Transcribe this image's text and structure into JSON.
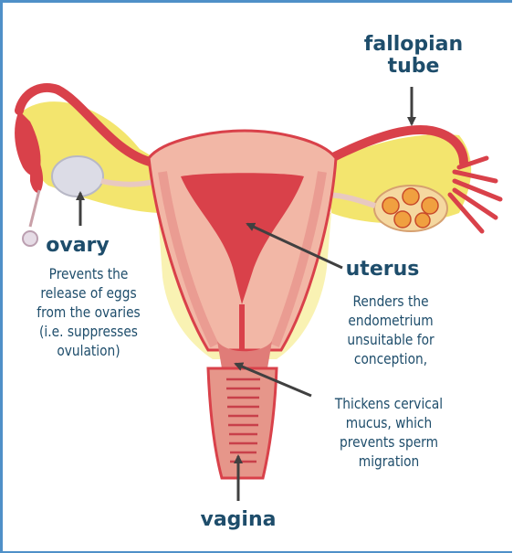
{
  "labels": {
    "fallopian_tube": [
      "fallopian",
      "tube"
    ],
    "ovary": "ovary",
    "uterus": "uterus",
    "vagina": "vagina"
  },
  "descriptions": {
    "ovary": [
      "Prevents the",
      "release of eggs",
      "from the ovaries",
      "(i.e. suppresses",
      "ovulation)"
    ],
    "uterus": [
      "Renders the",
      "endometrium",
      "unsuitable for",
      "conception,"
    ],
    "cervix": [
      "Thickens cervical",
      "mucus, which",
      "prevents sperm",
      "migration"
    ]
  },
  "colors": {
    "label_text": "#1e4d6b",
    "border": "#4f90c8",
    "tissue_red": "#d9414a",
    "tissue_light": "#f2b7a6",
    "fat_yellow": "#f3e56e",
    "arrow": "#404040"
  }
}
